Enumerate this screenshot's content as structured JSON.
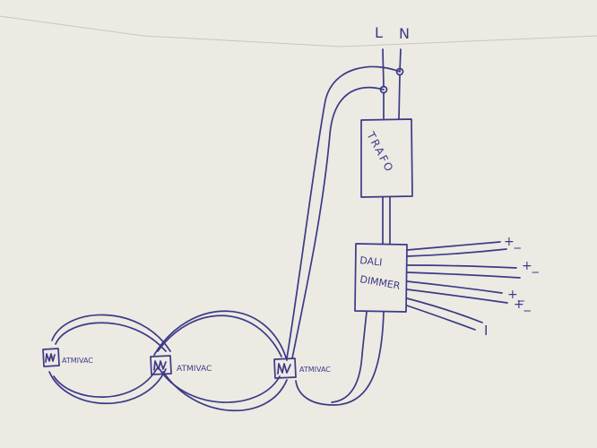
{
  "colors": {
    "paper": "#eceae3",
    "paper_under": "#d6d4cd",
    "ink": "#3d3a86"
  },
  "supply": {
    "live_label": "L",
    "neutral_label": "N"
  },
  "transformer": {
    "label": "TRAFO"
  },
  "dimmer": {
    "line1": "DALI",
    "line2": "DIMMER"
  },
  "outputs": [
    "+_",
    "+_",
    "+_",
    "+_",
    "I"
  ],
  "fixtures": [
    {
      "label": "ATMIVAC"
    },
    {
      "label": "ATMIVAC"
    },
    {
      "label": "ATMIVAC"
    }
  ]
}
